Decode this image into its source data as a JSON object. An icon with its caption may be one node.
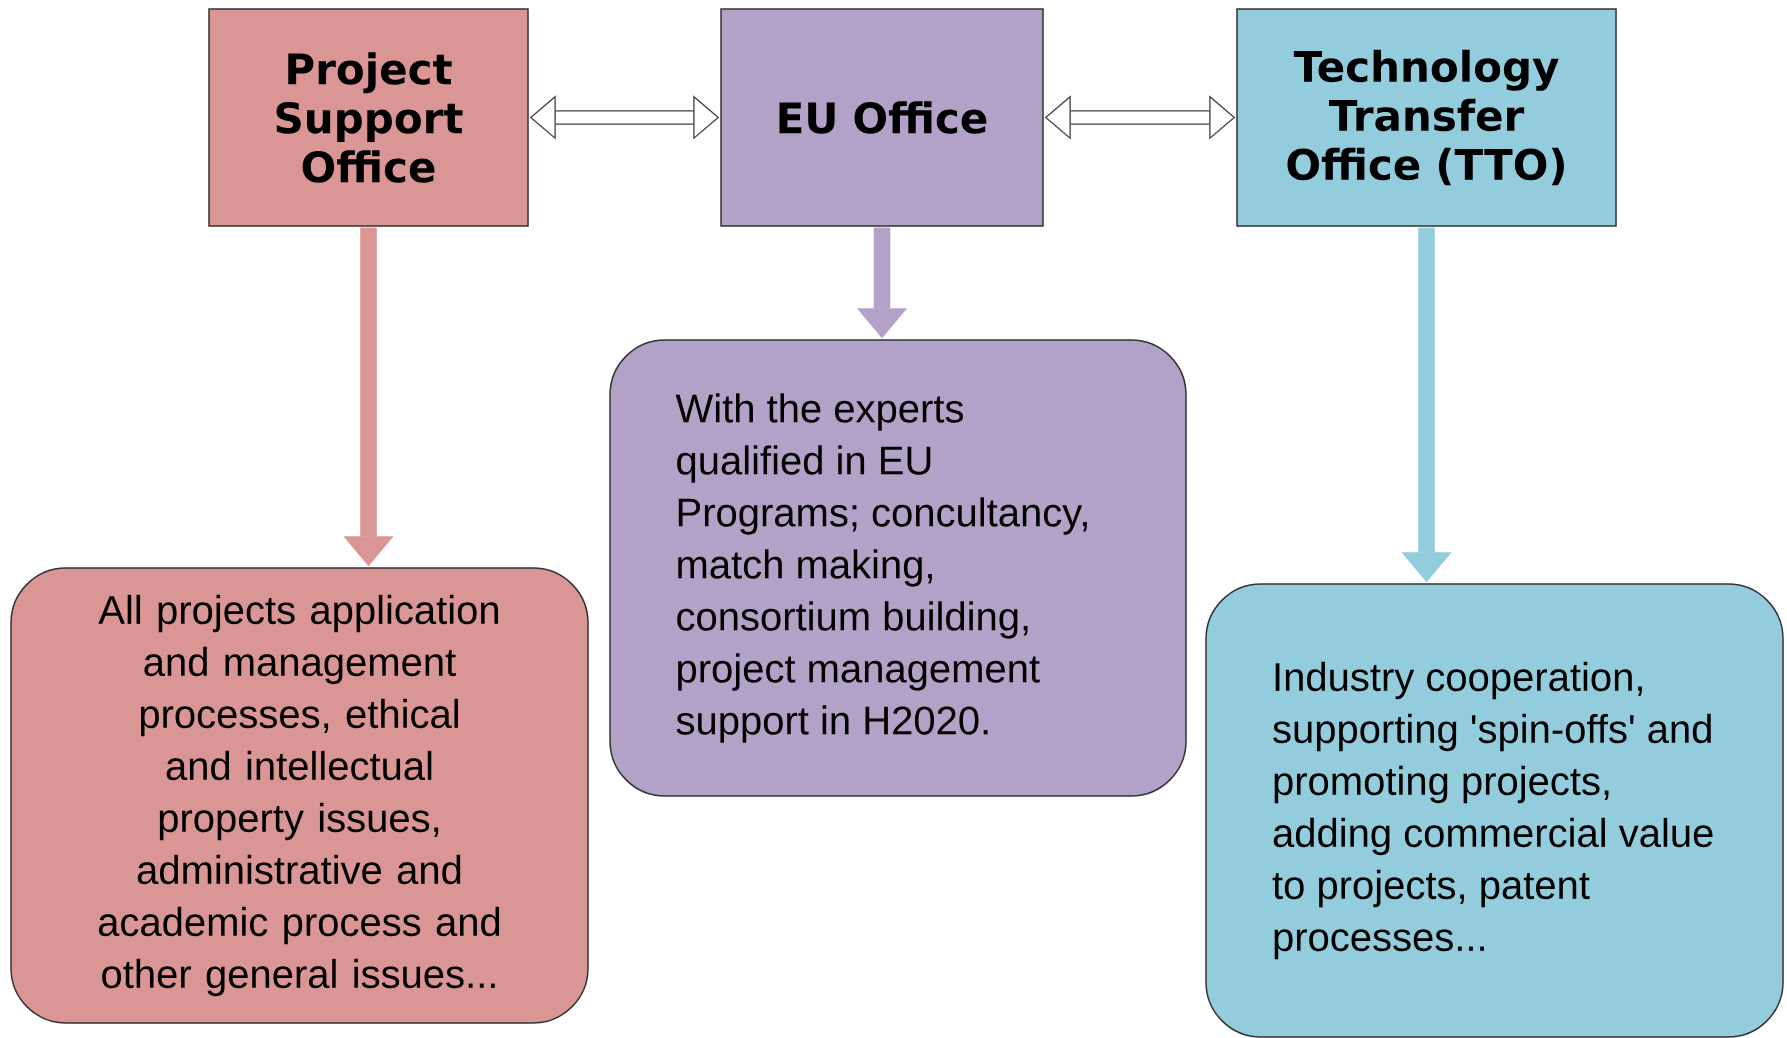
{
  "diagram": {
    "nodes": [
      {
        "text": [
          "Project Support Office"
        ]
      },
      {
        "text": [
          "EU Office"
        ]
      },
      {
        "text": [
          "Technology Transfer Office (TTO)"
        ]
      },
      {
        "text": [
          "All projects application and management processes, ethical and intellectual property issues, administrative and academic process and other general issues..."
        ]
      },
      {
        "text": [
          "With the experts qualified in EU Programs; concultancy, match making, consortium building, project management support in H2020."
        ]
      },
      {
        "text": [
          "Industry cooperation, supporting 'spin-offs' and promoting projects, adding commercial value to projects, patent processes..."
        ]
      }
    ],
    "edges": [
      {
        "from": 0,
        "to": 1,
        "arrow": "both"
      },
      {
        "from": 1,
        "to": 2,
        "arrow": "both"
      },
      {
        "from": 0,
        "to": 3,
        "arrow": "to",
        "color": "#d99694"
      },
      {
        "from": 1,
        "to": 4,
        "arrow": "to",
        "color": "#b3a2c7"
      },
      {
        "from": 2,
        "to": 5,
        "arrow": "to",
        "color": "#93cddd"
      }
    ]
  }
}
